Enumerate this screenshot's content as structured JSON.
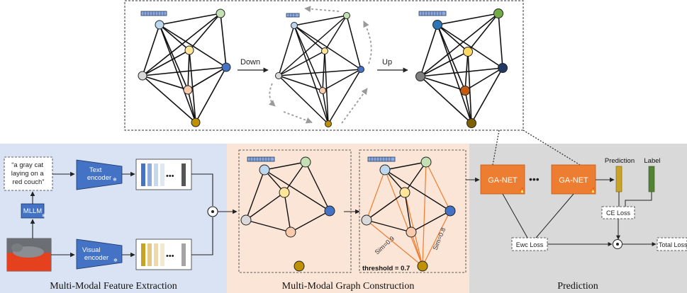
{
  "top_panel": {
    "down_label": "Down",
    "up_label": "Up"
  },
  "feature_extraction": {
    "caption_text": [
      "“a gray cat",
      "laying on a",
      "red couch”"
    ],
    "mllm_label": "MLLM",
    "text_encoder_label": [
      "Text",
      "encoder"
    ],
    "visual_encoder_label": [
      "Visual",
      "encoder"
    ],
    "dots": "•••",
    "section_title": "Multi-Modal Feature Extraction",
    "text_embedding_colors": [
      "#4472c4",
      "#8faadc",
      "#c9d7ee",
      "#e2e8f2",
      "#555555"
    ],
    "visual_embedding_colors": [
      "#c9a227",
      "#e3c984",
      "#ecd9ae",
      "#f2e8d4",
      "#a5a5a5"
    ]
  },
  "graph_construction": {
    "threshold_label": "threshold = 0.7",
    "sim_left": "Sim=0.9",
    "sim_right": "Sim=0.8",
    "section_title": "Multi-Modal Graph Construction"
  },
  "prediction": {
    "ganet_label": "GA-NET",
    "dots": "•••",
    "prediction_label": "Prediction",
    "label_label": "Label",
    "ce_loss_label": "CE Loss",
    "ewc_loss_label": "Ewc Loss",
    "total_loss_label": "Total Loss",
    "section_title": "Prediction"
  },
  "colors": {
    "extraction_bg": "#dae3f3",
    "construction_bg": "#fbe5d6",
    "prediction_bg": "#d9d9d9",
    "encoder_blue": "#4472c4",
    "ganet_orange": "#ed7d31",
    "orange_edge": "#ed7d31",
    "prediction_bar": "#c9a227",
    "label_bar": "#548235"
  }
}
